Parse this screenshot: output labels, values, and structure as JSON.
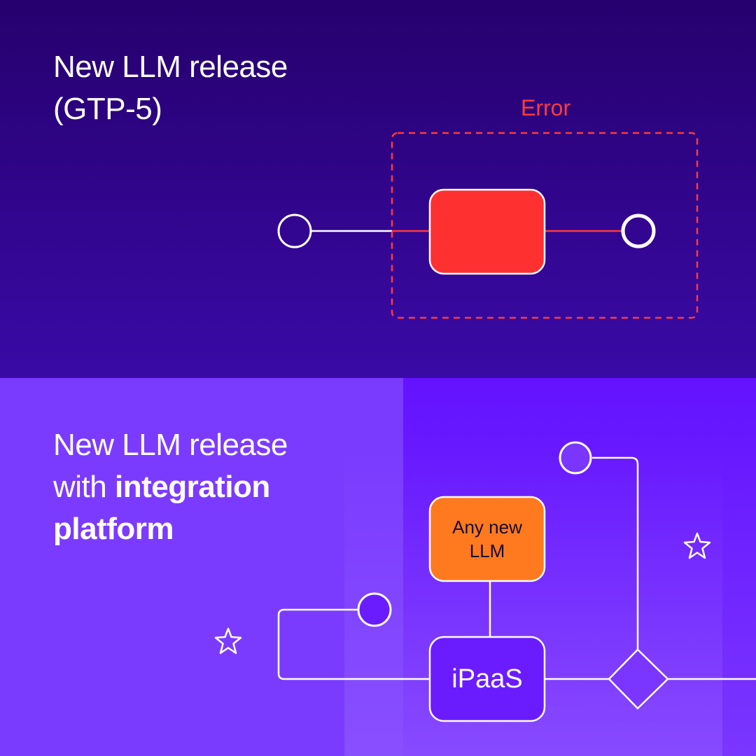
{
  "top": {
    "heading_line1": "New LLM release",
    "heading_line2": "(GTP-5)",
    "error_label": "Error"
  },
  "bottom": {
    "heading_line1": "New LLM release",
    "heading_line2_plain": "with ",
    "heading_line2_bold": "integration",
    "heading_line3_bold": "platform",
    "llm_node_line1": "Any new",
    "llm_node_line2": "LLM",
    "ipaas_node": "iPaaS"
  },
  "colors": {
    "top_bg": "#26006e",
    "bottom_bg": "#7b3bff",
    "error_red": "#ff3030",
    "llm_orange": "#ff7a1f",
    "ipaas_purple": "#6a1cff",
    "stroke_white": "#ffffff"
  },
  "icons": [
    "sparkle-icon",
    "sparkle-icon"
  ]
}
